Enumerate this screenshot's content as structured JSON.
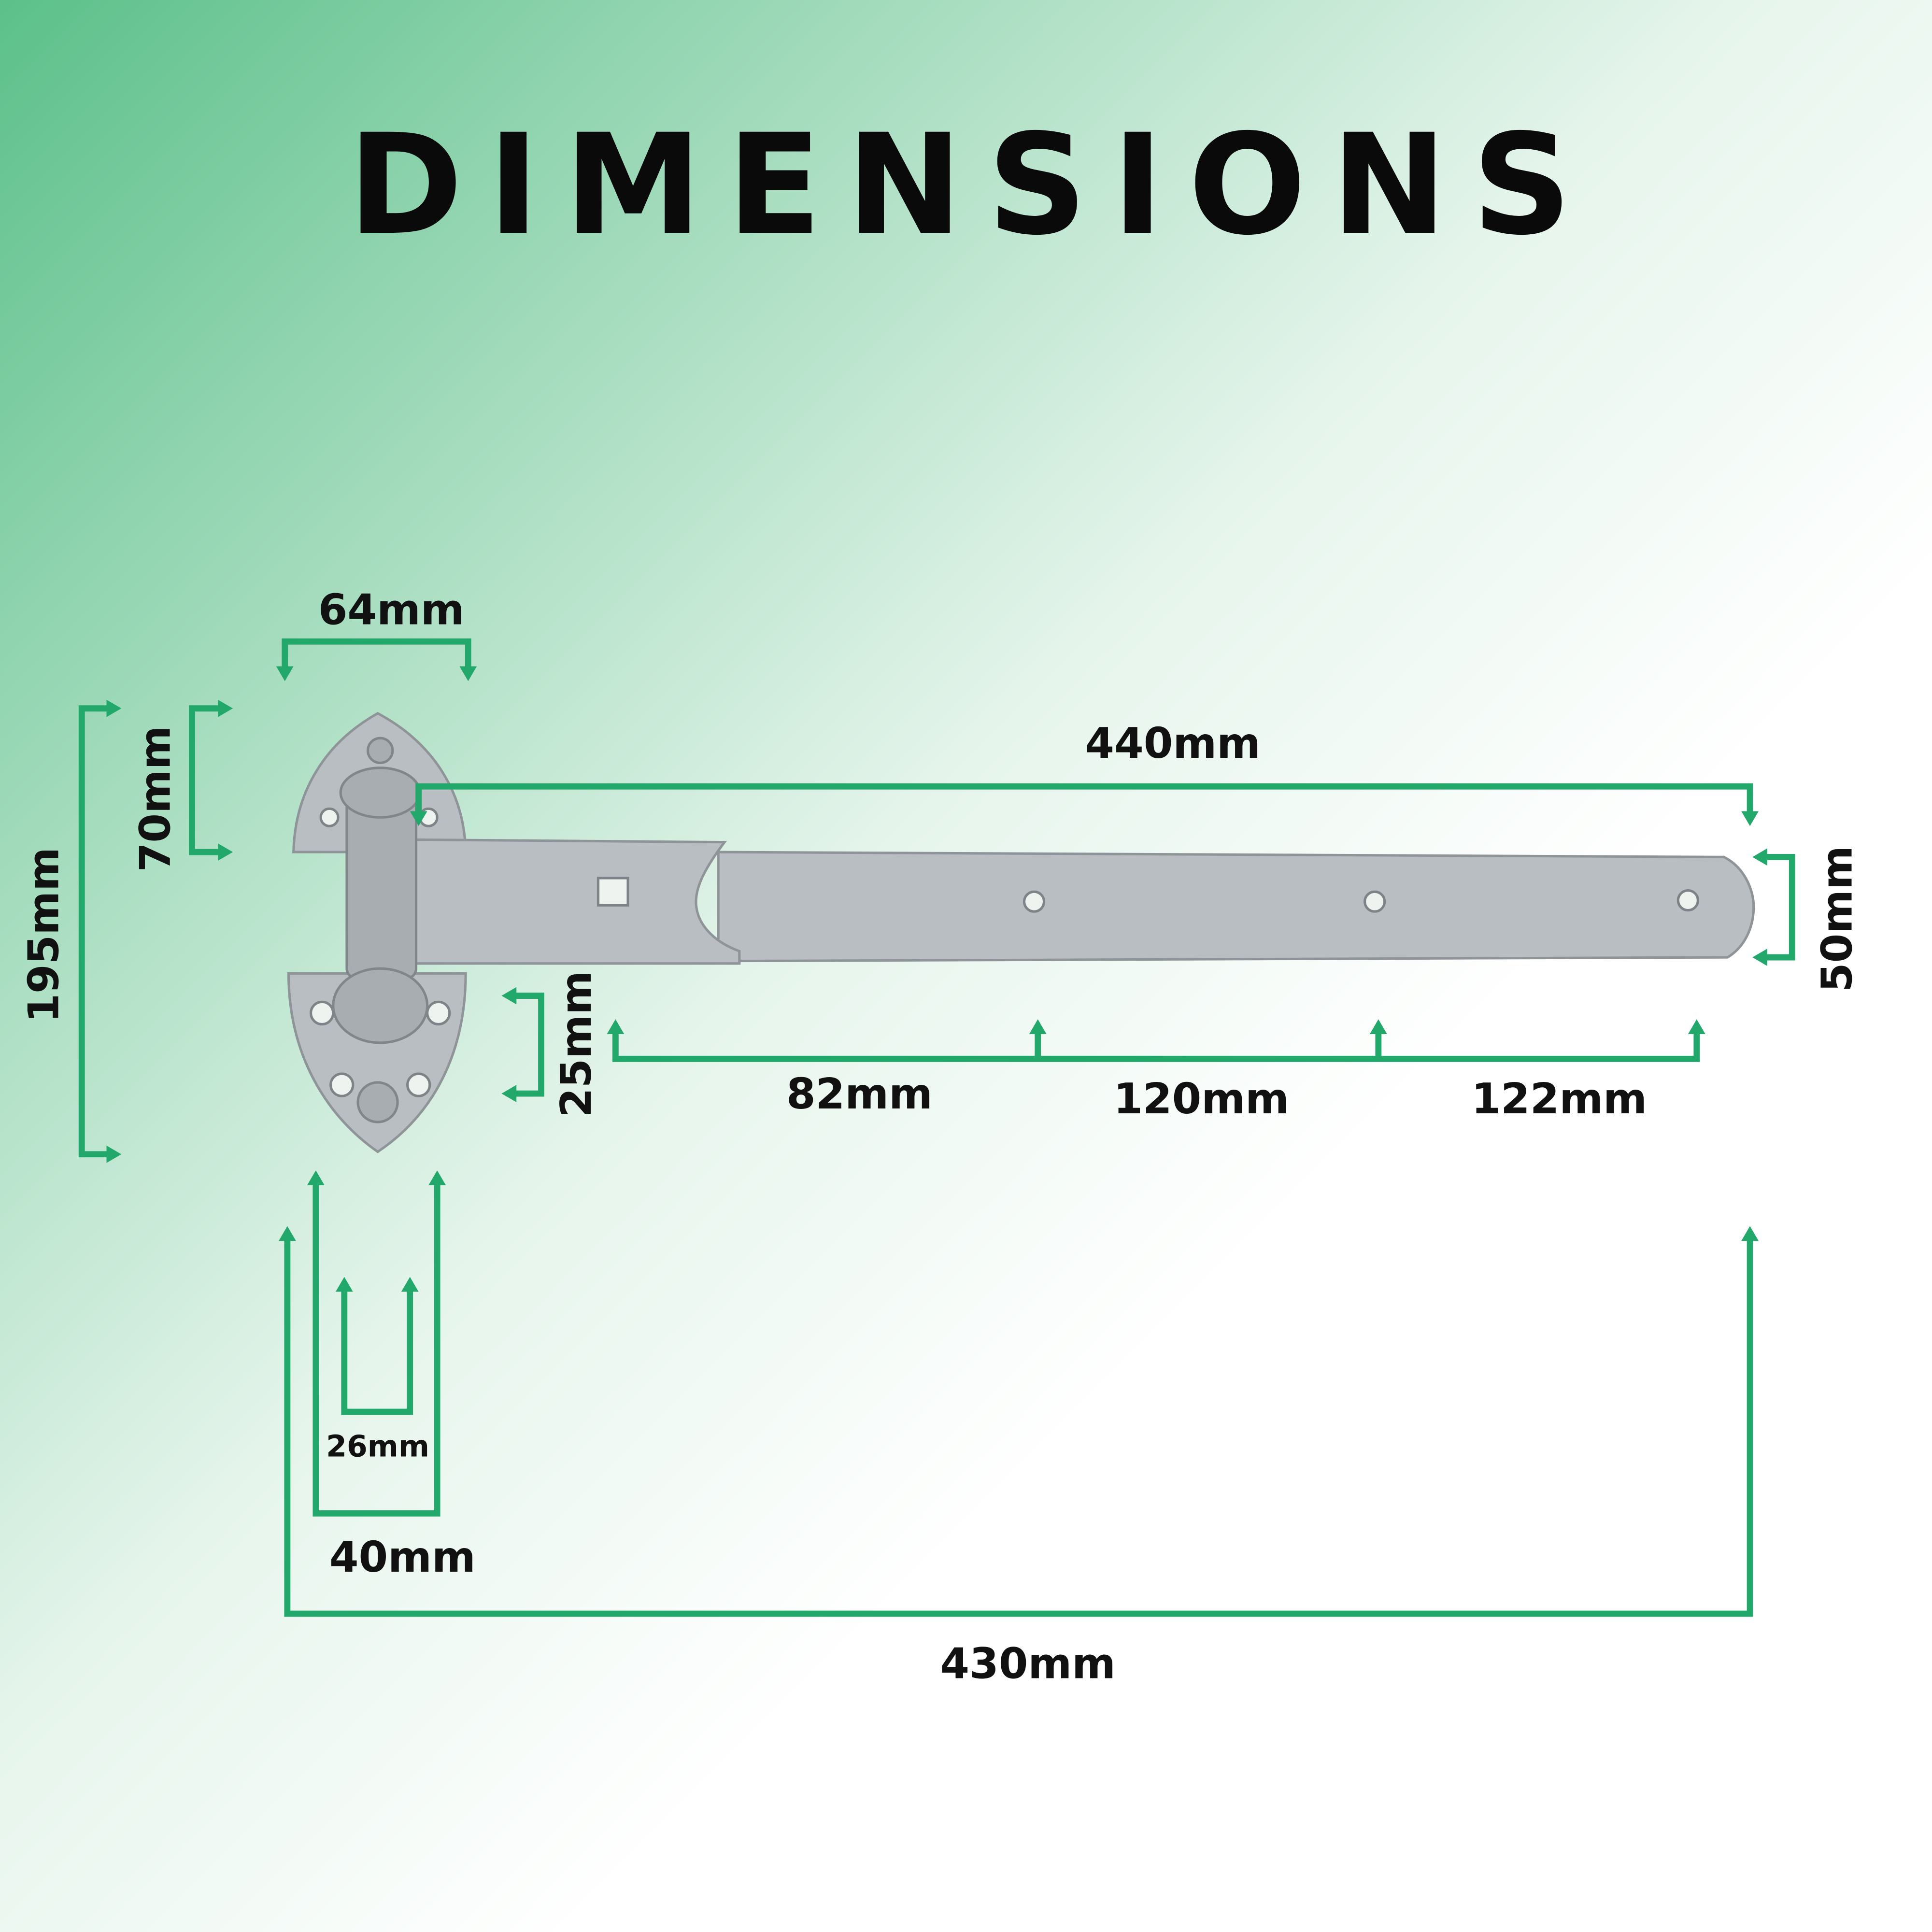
{
  "title": "DIMENSIONS",
  "colors": {
    "accent": "#23a86b",
    "background_start": "#5cc08a",
    "background_end": "#ffffff"
  },
  "dimensions": {
    "plate_width": "64mm",
    "upper_leaf_height": "70mm",
    "total_height": "195mm",
    "strap_length": "440mm",
    "strap_width": "50mm",
    "strap_thickness_offset": "25mm",
    "hole_spacing_1": "82mm",
    "hole_spacing_2": "120mm",
    "hole_spacing_3": "122mm",
    "pin_diameter": "26mm",
    "barrel_width": "40mm",
    "overall_length": "430mm"
  }
}
